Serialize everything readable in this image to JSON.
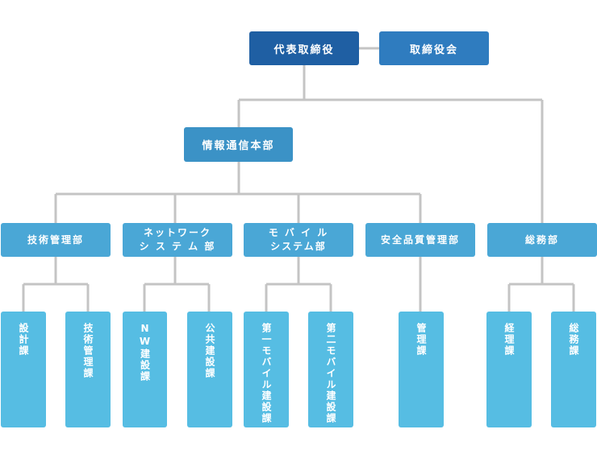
{
  "chart": {
    "ceo": "代表取締役",
    "board": "取締役会",
    "hq": "情報通信本部",
    "departments": [
      "技術管理部",
      "ネットワーク\nシ ス テ ム 部",
      "モ バ イ ル\nシステム部",
      "安全品質管理部",
      "総務部"
    ],
    "sections": [
      "設計課",
      "技術管理課",
      "NW建設課",
      "公共建設課",
      "第一モバイル建設課",
      "第二モバイル建設課",
      "管理課",
      "経理課",
      "総務課"
    ]
  }
}
